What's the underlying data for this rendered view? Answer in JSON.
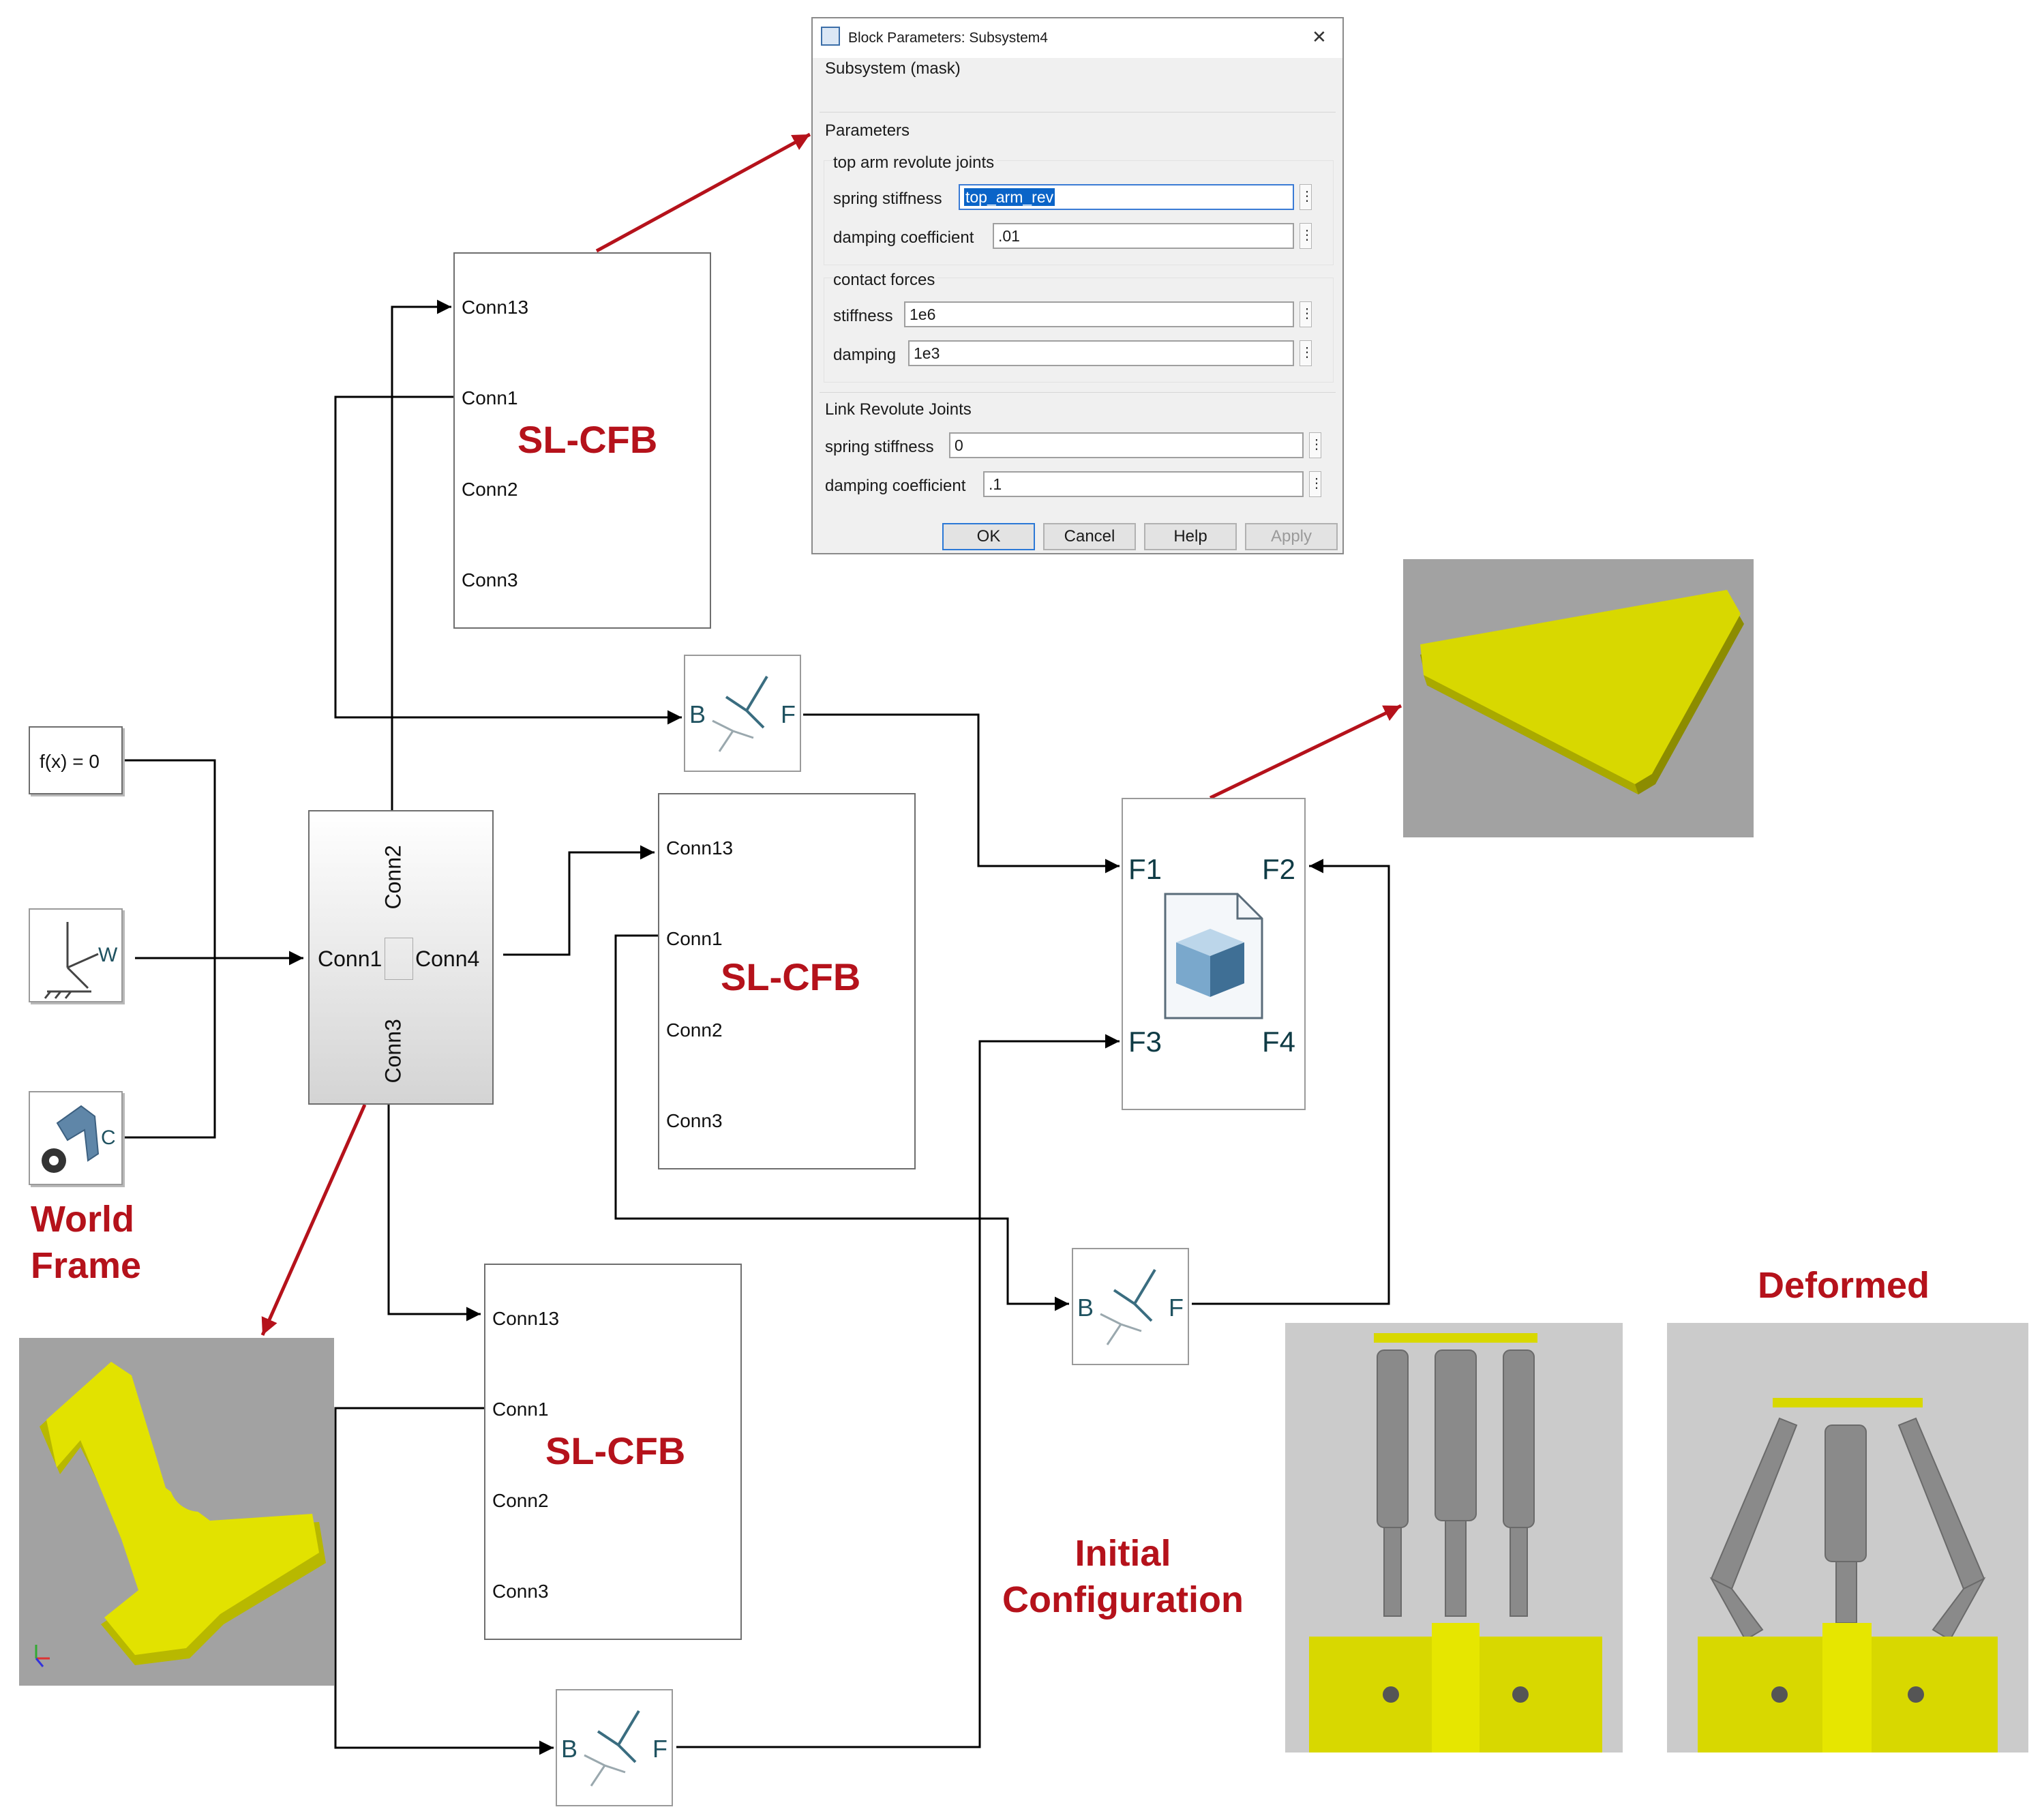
{
  "dialog": {
    "title": "Block Parameters: Subsystem4",
    "subtitle": "Subsystem (mask)",
    "parameters_heading": "Parameters",
    "group_top_arm": "top arm revolute joints",
    "top_spring_label": "spring stiffness",
    "top_spring_value": "top_arm_rev",
    "top_damping_label": "damping coefficient",
    "top_damping_value": ".01",
    "group_contact": "contact forces",
    "contact_stiffness_label": "stiffness",
    "contact_stiffness_value": "1e6",
    "contact_damping_label": "damping",
    "contact_damping_value": "1e3",
    "group_link": "Link Revolute Joints",
    "link_spring_label": "spring stiffness",
    "link_spring_value": "0",
    "link_damping_label": "damping coefficient",
    "link_damping_value": ".1",
    "buttons": {
      "ok": "OK",
      "cancel": "Cancel",
      "help": "Help",
      "apply": "Apply"
    },
    "more_glyph": "⋮",
    "close_glyph": "✕"
  },
  "blocks": {
    "solver": {
      "label": "f(x) = 0"
    },
    "world_frame": {
      "port": "W"
    },
    "mechanism_config": {
      "port": "C"
    },
    "base_subsystem": {
      "conn1": "Conn1",
      "conn2": "Conn2",
      "conn3": "Conn3",
      "conn4": "Conn4"
    },
    "sl_cfb_top": {
      "title": "SL-CFB",
      "ports": [
        "Conn13",
        "Conn1",
        "Conn2",
        "Conn3"
      ]
    },
    "sl_cfb_mid": {
      "title": "SL-CFB",
      "ports": [
        "Conn13",
        "Conn1",
        "Conn2",
        "Conn3"
      ]
    },
    "sl_cfb_bottom": {
      "title": "SL-CFB",
      "ports": [
        "Conn13",
        "Conn1",
        "Conn2",
        "Conn3"
      ]
    },
    "transform_1": {
      "b": "B",
      "f": "F"
    },
    "transform_2": {
      "b": "B",
      "f": "F"
    },
    "transform_3": {
      "b": "B",
      "f": "F"
    },
    "file_solid": {
      "f1": "F1",
      "f2": "F2",
      "f3": "F3",
      "f4": "F4"
    }
  },
  "captions": {
    "world_frame": "World\nFrame",
    "initial": "Initial\nConfiguration",
    "deformed": "Deformed"
  },
  "colors": {
    "accent_red": "#b5121b",
    "model_yellow": "#d8d800",
    "render_gray": "#a2a2a2",
    "selection_blue": "#0a64c8"
  }
}
